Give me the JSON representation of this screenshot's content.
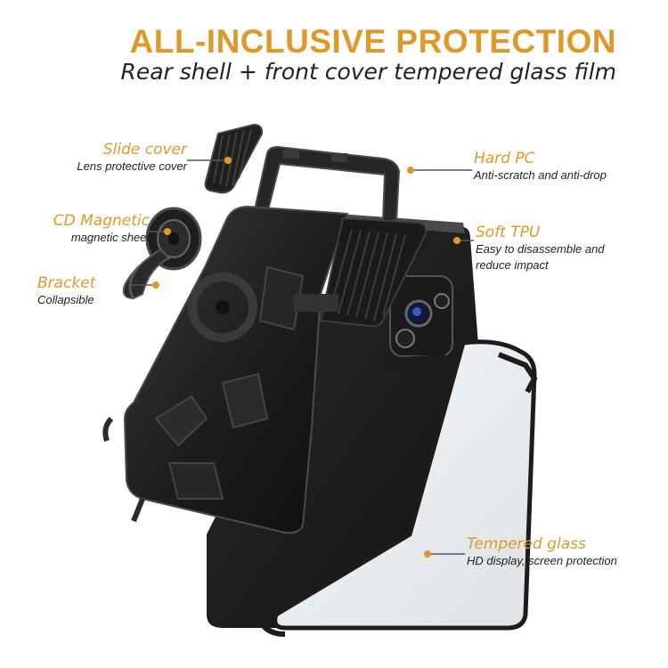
{
  "headline": "ALL-INCLUSIVE PROTECTION",
  "subhead": "Rear shell + front cover tempered glass film",
  "accent_color": "#dd9a2b",
  "callouts": {
    "slide_cover": {
      "title": "Slide cover",
      "desc": "Lens protective cover"
    },
    "cd_magnetic": {
      "title": "CD Magnetic",
      "desc": "magnetic sheet"
    },
    "bracket": {
      "title": "Bracket",
      "desc": "Collapsible"
    },
    "hard_pc": {
      "title": "Hard PC",
      "desc": "Anti-scratch and anti-drop"
    },
    "soft_tpu": {
      "title": "Soft TPU",
      "desc_line1": "Easy to disassemble and",
      "desc_line2": "reduce impact"
    },
    "tempered_glass": {
      "title": "Tempered glass",
      "desc": "HD display, screen protection"
    }
  }
}
